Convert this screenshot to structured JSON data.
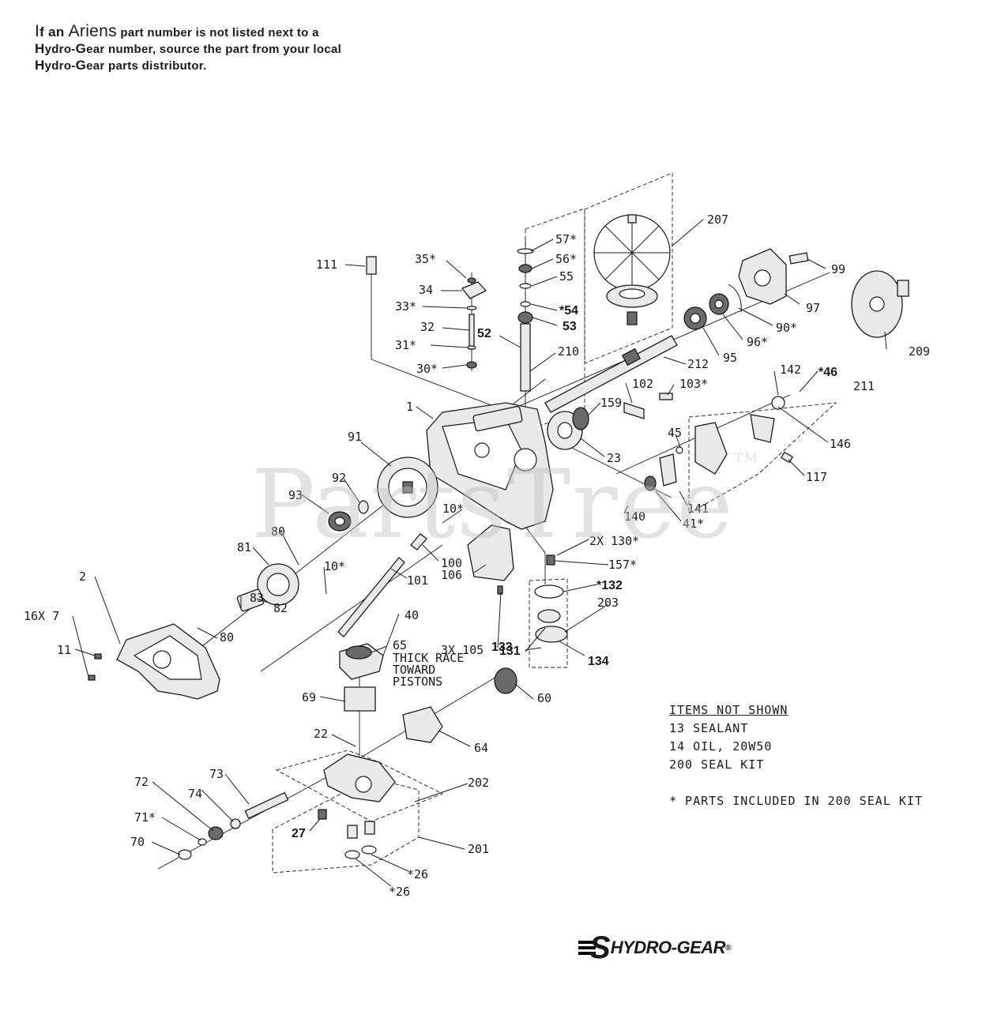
{
  "header_note": {
    "p1": "I",
    "p2": "f an ",
    "p3": "Ariens",
    "p4": " part number is not listed next to a ",
    "p5": "H",
    "p6": "ydro-",
    "p7": "G",
    "p8": "ear number, source the part from your local ",
    "p9": "H",
    "p10": "ydro-",
    "p11": "G",
    "p12": "ear parts distributor."
  },
  "watermark": {
    "text": "PartsTree",
    "mark": "TM"
  },
  "items_not_shown": {
    "header": "ITEMS NOT SHOWN",
    "lines": [
      "13 SEALANT",
      "14 OIL, 20W50",
      "200 SEAL KIT"
    ],
    "footnote": "* PARTS INCLUDED IN 200 SEAL KIT"
  },
  "labels": {
    "l111": "111",
    "l35": "35*",
    "l34": "34",
    "l33": "33*",
    "l32": "32",
    "l31": "31*",
    "l30": "30*",
    "l57": "57*",
    "l56": "56*",
    "l55": "55",
    "l54": "*54",
    "l53": "53",
    "l52": "52",
    "l210": "210",
    "l207": "207",
    "l99": "99",
    "l97": "97",
    "l90": "90*",
    "l96": "96*",
    "l95": "95",
    "l209": "209",
    "l212": "212",
    "l1": "1",
    "l159": "159",
    "l102": "102",
    "l103": "103*",
    "l142": "142",
    "l46": "*46",
    "l211": "211",
    "l146": "146",
    "l45": "45",
    "l23": "23",
    "l117": "117",
    "l141": "141",
    "l140": "140",
    "l41": "41*",
    "l91": "91",
    "l92": "92",
    "l93": "93",
    "l10a": "10*",
    "l10b": "10*",
    "l100": "100",
    "l80a": "80",
    "l81": "81",
    "l101": "101",
    "l106": "106",
    "l130": "2X 130*",
    "l157": "157*",
    "l132": "*132",
    "l203": "203",
    "l2": "2",
    "l16x7": "16X 7",
    "l11": "11",
    "l83": "83",
    "l82": "82",
    "l80b": "80",
    "l40": "40",
    "l3x105": "3X 105",
    "l131": "131",
    "l133": "133",
    "l134": "134",
    "l65": "65",
    "l65note": "THICK RACE\nTOWARD\nPISTONS",
    "l69": "69",
    "l60": "60",
    "l22": "22",
    "l64": "64",
    "l73": "73",
    "l72": "72",
    "l74": "74",
    "l71": "71*",
    "l70": "70",
    "l202": "202",
    "l27": "27",
    "l201": "201",
    "l26a": "*26",
    "l26b": "*26"
  },
  "logo": {
    "word": "HYDRO-GEAR",
    "mark": "S",
    "registered": "®"
  }
}
